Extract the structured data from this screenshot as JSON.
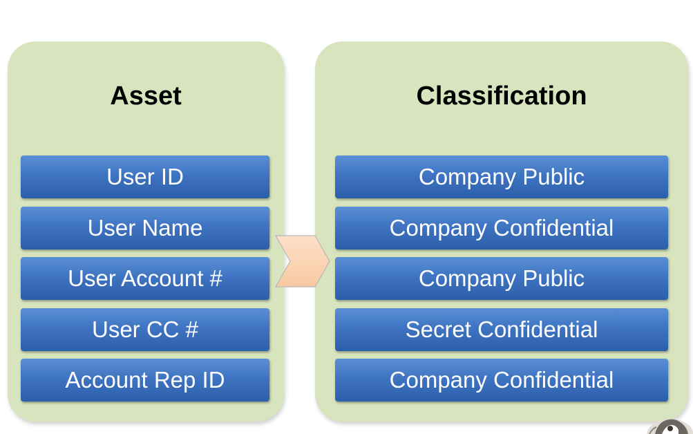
{
  "asset": {
    "title": "Asset",
    "items": [
      "User ID",
      "User Name",
      "User Account #",
      "User CC #",
      "Account Rep ID"
    ]
  },
  "classification": {
    "title": "Classification",
    "items": [
      "Company Public",
      "Company Confidential",
      "Company Public",
      "Secret Confidential",
      "Company Confidential"
    ]
  },
  "colors": {
    "panel": "#d7e4bd",
    "box": "#3f74c2",
    "arrow": "#fbd5b5"
  },
  "icons": {
    "arrow": "chevron-right-arrow",
    "corner": "decorative-emblem"
  }
}
